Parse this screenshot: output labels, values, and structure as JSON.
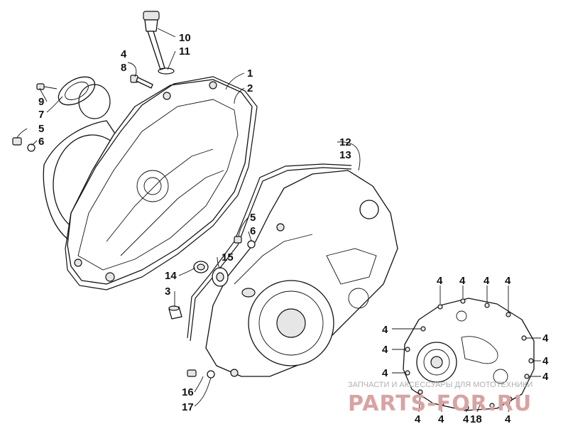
{
  "callouts": {
    "c10": "10",
    "c11": "11",
    "c4a": "4",
    "c8": "8",
    "c1": "1",
    "c2": "2",
    "c9": "9",
    "c7": "7",
    "c5a": "5",
    "c6a": "6",
    "c12": "12",
    "c13": "13",
    "c5b": "5",
    "c6b": "6",
    "c15": "15",
    "c14": "14",
    "c3": "3",
    "c16": "16",
    "c17": "17",
    "r4_top1": "4",
    "r4_top2": "4",
    "r4_top3": "4",
    "r4_top4": "4",
    "r4_right1": "4",
    "r4_right2": "4",
    "r4_right3": "4",
    "r4_left1": "4",
    "r4_left2": "4",
    "r4_left3": "4",
    "r4_bot1": "4",
    "r4_bot2": "4",
    "r4_bot3": "4",
    "r4_bot4": "4",
    "c18": "18"
  },
  "watermark": {
    "line1": "ЗАПЧАСТИ И АКСЕССУАРЫ ДЛЯ МОТОТЕХНИКИ",
    "line2": "PARTS-FOR.RU"
  }
}
